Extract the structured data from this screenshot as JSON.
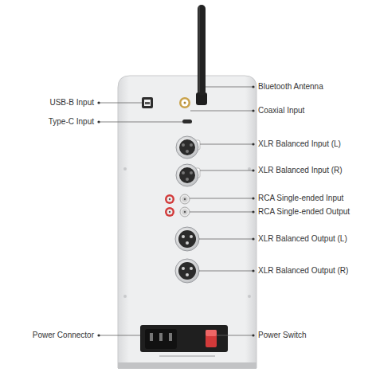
{
  "diagram": {
    "labels": [
      "USB-B Input",
      "Type-C Input",
      "Bluetooth Antenna",
      "Coaxial Input",
      "XLR Balanced Input (L)",
      "XLR Balanced Input (R)",
      "RCA Single-ended Input",
      "RCA Single-ended Output",
      "XLR Balanced Output (L)",
      "XLR Balanced Output (R)",
      "Power Connector",
      "Power Switch"
    ]
  }
}
